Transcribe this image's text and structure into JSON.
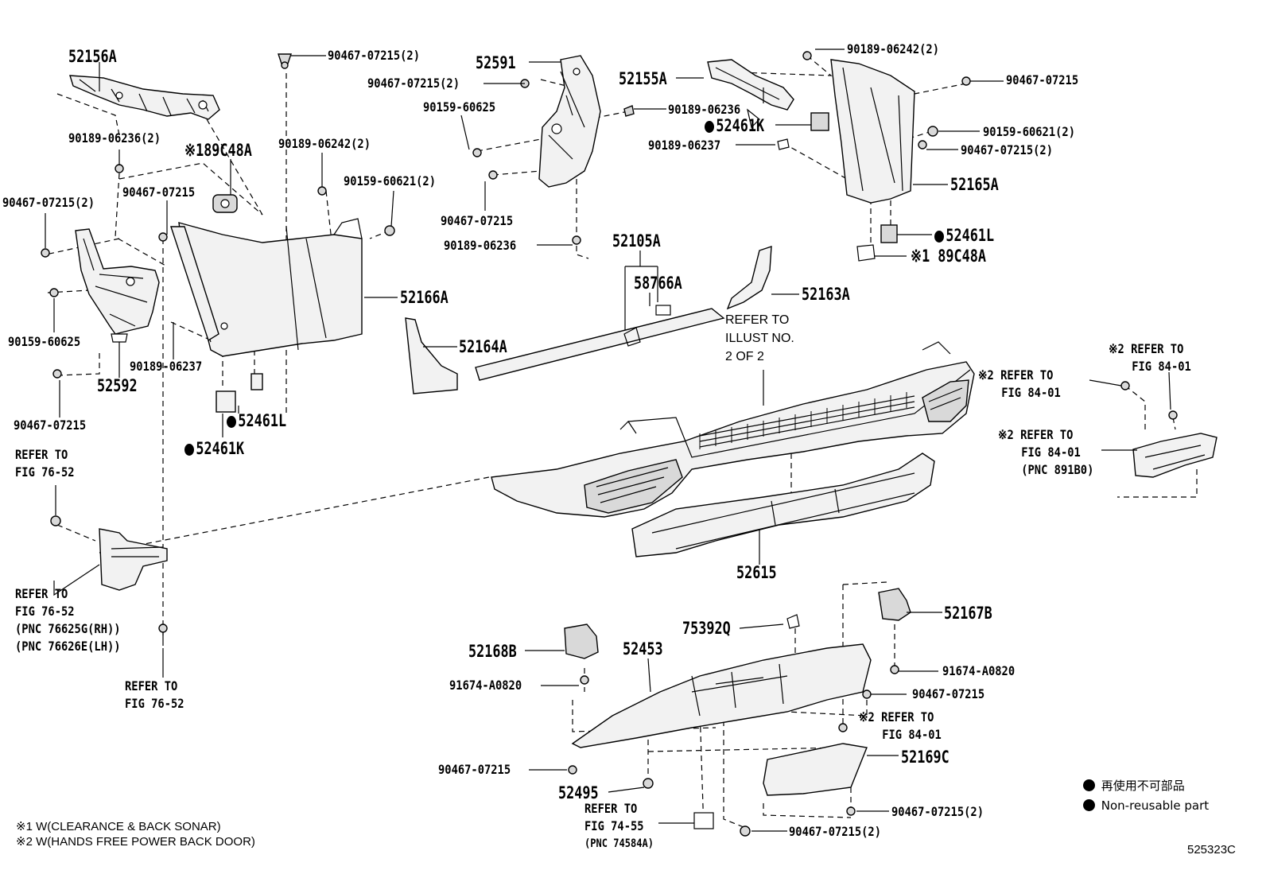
{
  "diagram": {
    "drawing_number": "525323C",
    "footnotes": {
      "note1": "※1 W(CLEARANCE & BACK SONAR)",
      "note2": "※2 W(HANDS FREE POWER BACK DOOR)"
    },
    "legend": {
      "japanese": "再使用不可部品",
      "english": "Non-reusable part"
    },
    "refer_texts": {
      "illust_2of2": [
        "REFER TO",
        "ILLUST NO.",
        "2 OF 2"
      ],
      "fig7652_top": [
        "REFER TO",
        "FIG 76-52"
      ],
      "fig7652_mud": [
        "REFER TO",
        "FIG 76-52",
        "(PNC 76625G(RH))",
        "(PNC 76626E(LH))"
      ],
      "fig7652_bottom": [
        "REFER TO",
        "FIG 76-52"
      ],
      "fig8401_a": [
        "※2 REFER TO",
        "FIG 84-01"
      ],
      "fig8401_b": [
        "※2 REFER TO",
        "FIG 84-01"
      ],
      "fig8401_c": [
        "※2 REFER TO",
        "FIG 84-01",
        "(PNC 891B0)"
      ],
      "fig8401_d": [
        "※2 REFER TO",
        "FIG 84-01"
      ],
      "fig7455": [
        "REFER TO",
        "FIG 74-55",
        "(PNC 74584A)"
      ]
    },
    "labels": {
      "p52156A": "52156A",
      "p90467_07215_2_top": "90467-07215(2)",
      "p52591": "52591",
      "p90467_07215_2_mid": "90467-07215(2)",
      "p90189_06242_2_top": "90189-06242(2)",
      "p52155A": "52155A",
      "p90467_07215_r": "90467-07215",
      "p90159_60625_c": "90159-60625",
      "p90189_06236_c": "90189-06236",
      "p52461K_r": "52461K",
      "p90159_60621_2_r": "90159-60621(2)",
      "p90189_06236_2_l": "90189-06236(2)",
      "p89C48A_l": "※189C48A",
      "p90189_06237_c": "90189-06237",
      "p90467_07215_2_r": "90467-07215(2)",
      "p90189_06242_2_l": "90189-06242(2)",
      "p52165A": "52165A",
      "p90159_60621_2_c": "90159-60621(2)",
      "p90467_07215_2_l": "90467-07215(2)",
      "p90467_07215_l": "90467-07215",
      "p90467_07215_c": "90467-07215",
      "p52461L_r": "52461L",
      "p90189_06236_c2": "90189-06236",
      "p89C48A_r": "※1 89C48A",
      "p52105A": "52105A",
      "p52166A": "52166A",
      "p58766A": "58766A",
      "p52163A": "52163A",
      "p90159_60625_l": "90159-60625",
      "p52164A": "52164A",
      "p90189_06237_l": "90189-06237",
      "p52592": "52592",
      "p52461L_l": "52461L",
      "p90467_07215_ll": "90467-07215",
      "p52461K_l": "52461K",
      "p52615": "52615",
      "p75392Q": "75392Q",
      "p52167B": "52167B",
      "p52168B": "52168B",
      "p52453": "52453",
      "p91674_A0820_r": "91674-A0820",
      "p91674_A0820_l": "91674-A0820",
      "p90467_07215_b1": "90467-07215",
      "p52169C": "52169C",
      "p90467_07215_b2": "90467-07215",
      "p52495": "52495",
      "p90467_07215_2_b1": "90467-07215(2)",
      "p90467_07215_2_b2": "90467-07215(2)"
    }
  }
}
